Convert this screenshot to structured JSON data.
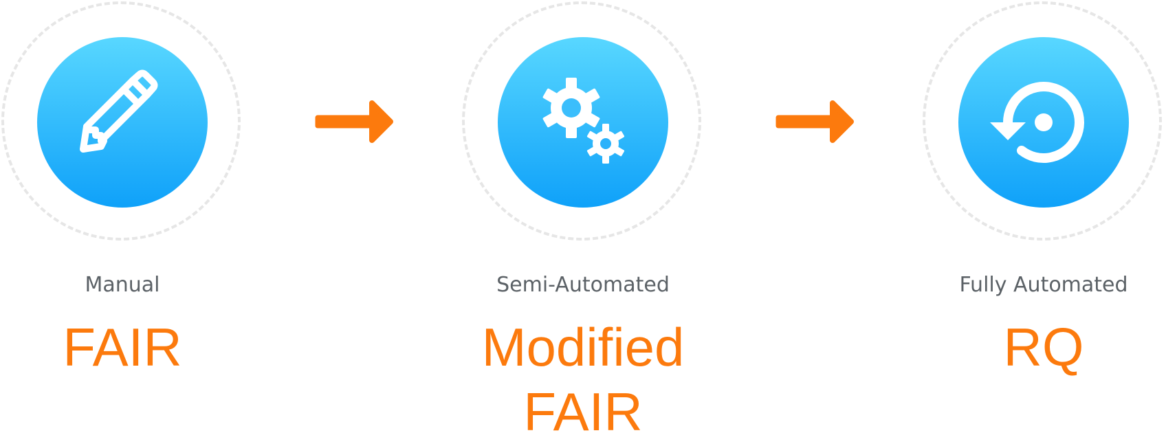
{
  "stages": [
    {
      "caption": "Manual",
      "method": "FAIR",
      "icon": "pencil-icon"
    },
    {
      "caption": "Semi-Automated",
      "method": "Modified FAIR",
      "icon": "gears-icon"
    },
    {
      "caption": "Fully Automated",
      "method": "RQ",
      "icon": "refresh-icon"
    }
  ],
  "colors": {
    "accent_orange": "#fc7a0d",
    "circle_top": "#58d7ff",
    "circle_bottom": "#0fa1f9",
    "ring_dashed": "#e6e6e6",
    "caption_gray": "#5b6166"
  }
}
